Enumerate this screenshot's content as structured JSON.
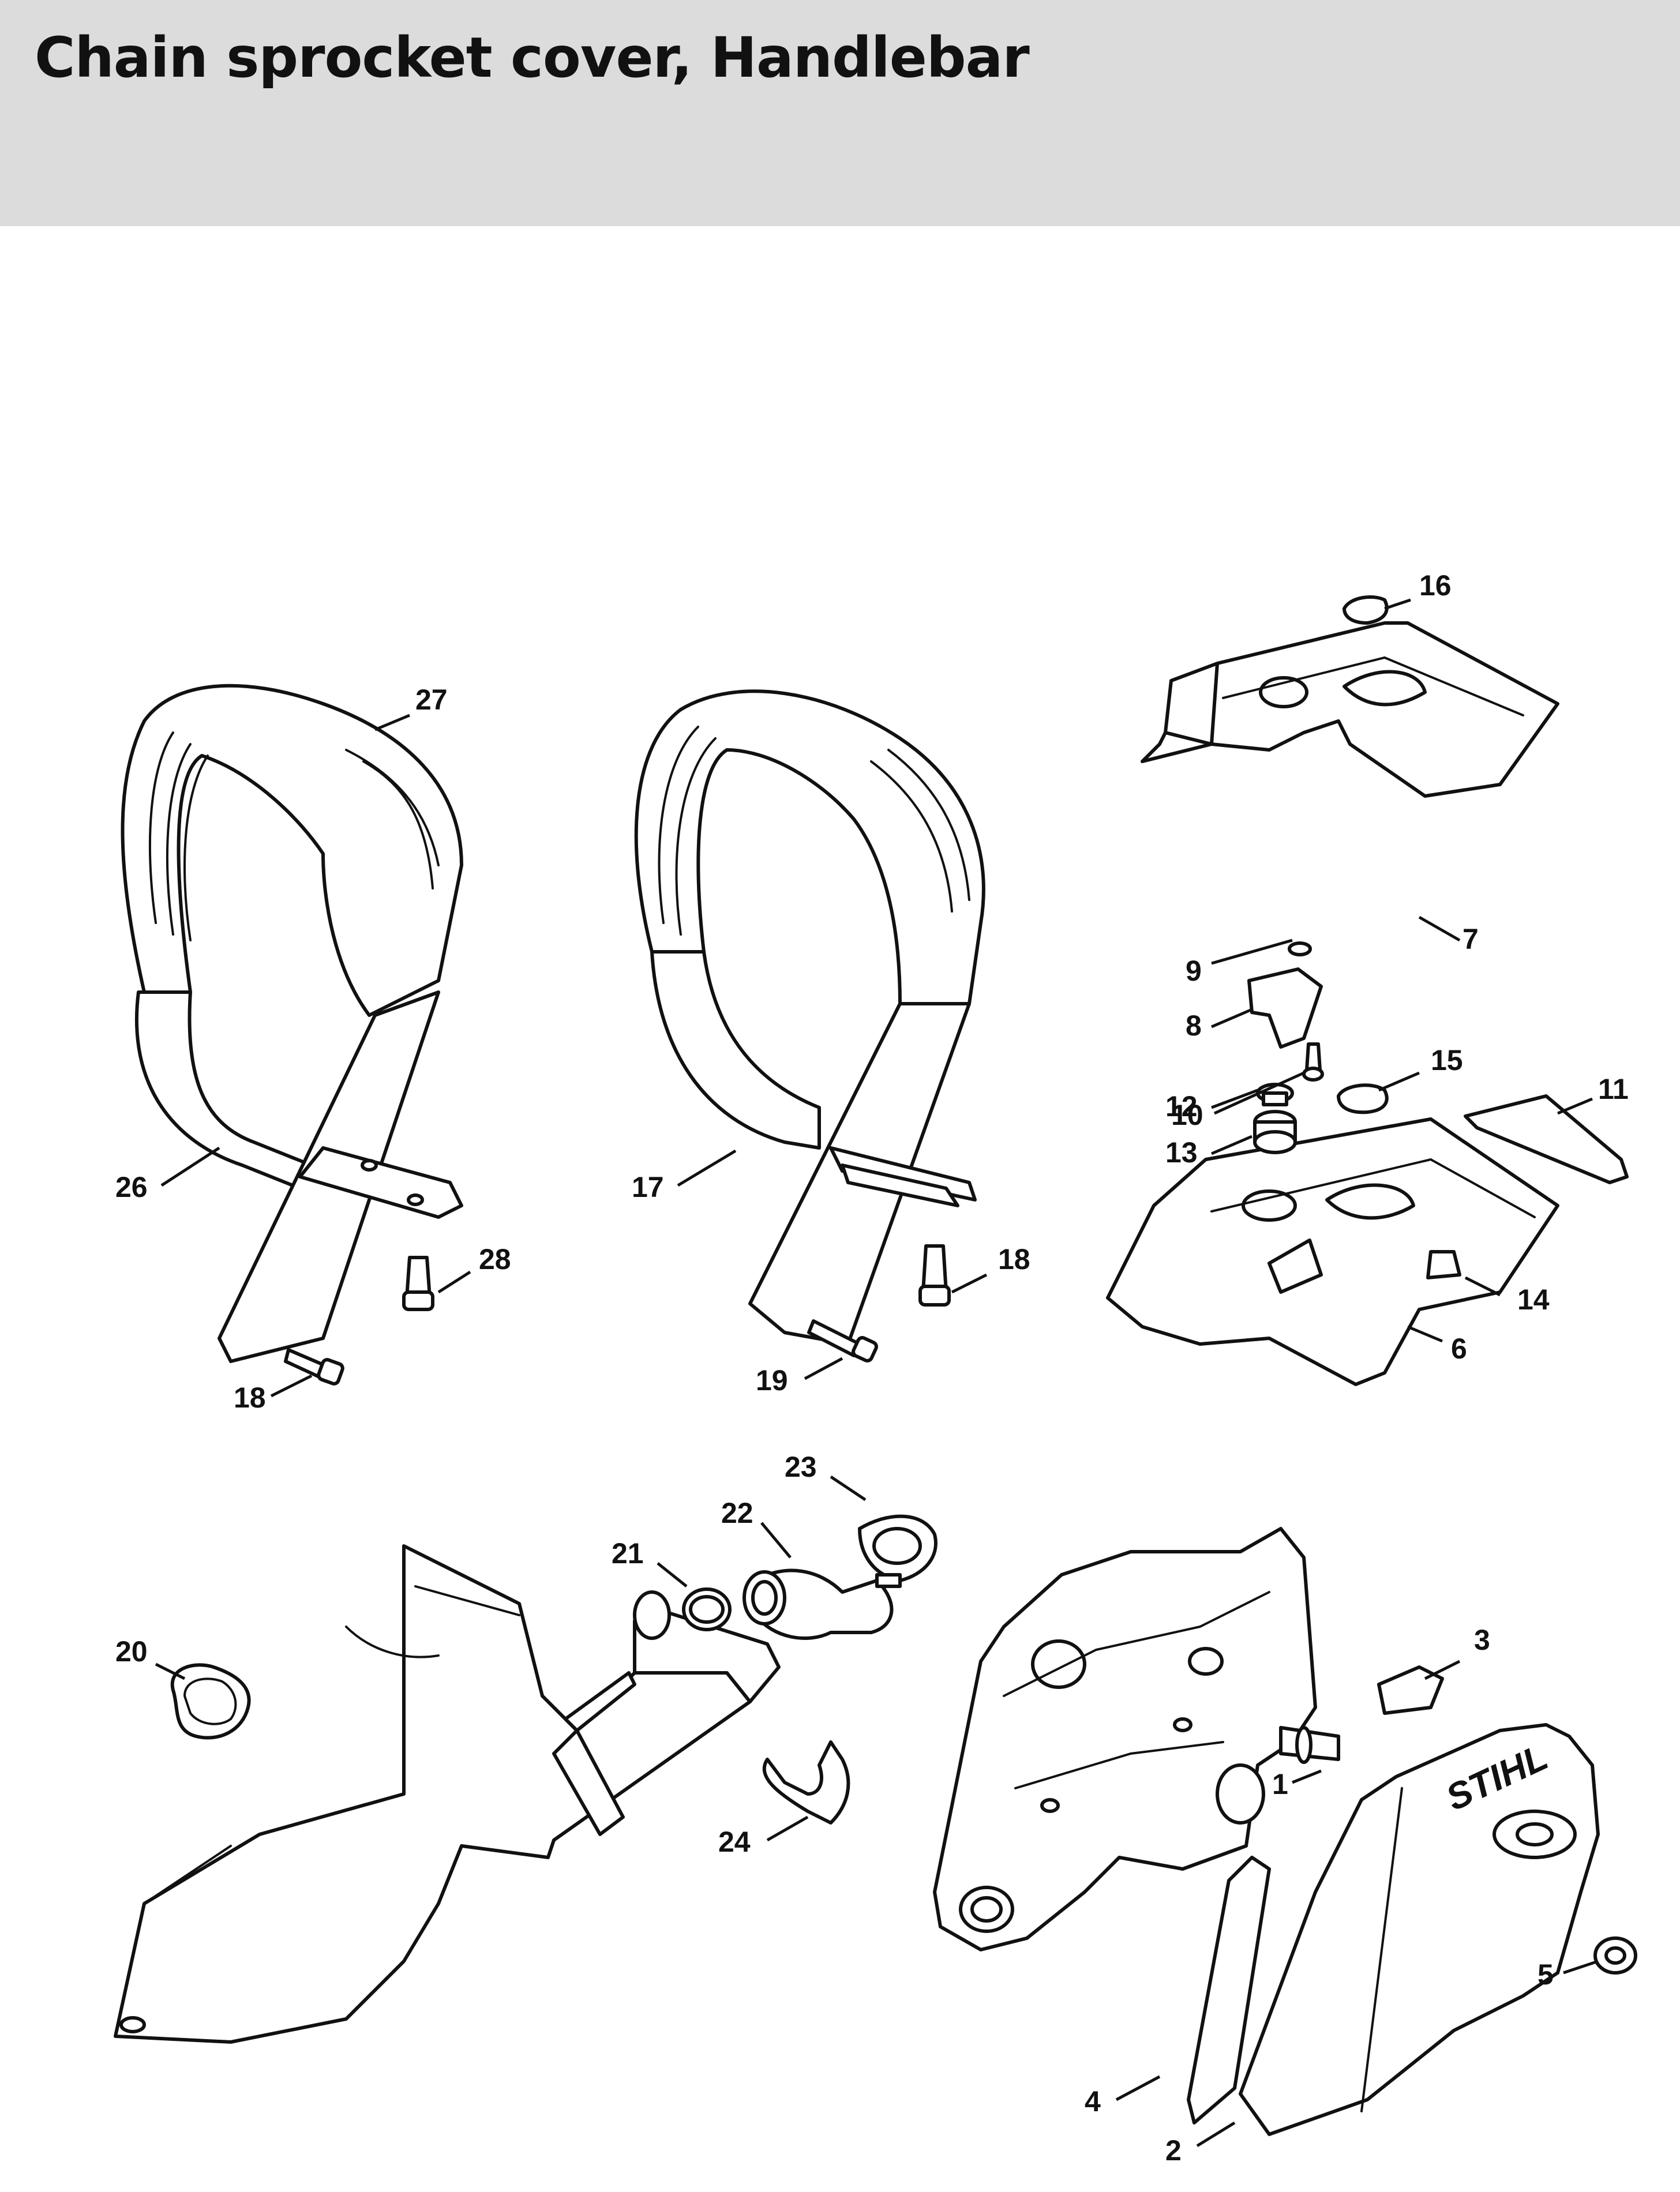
{
  "page": {
    "title": "Chain sprocket cover, Handlebar"
  },
  "colors": {
    "header_background": "#dcdcdc",
    "line": "#111111",
    "background": "#ffffff"
  },
  "brand_mark": "STIHL",
  "callouts": [
    "1",
    "2",
    "3",
    "4",
    "5",
    "6",
    "7",
    "8",
    "9",
    "10",
    "11",
    "12",
    "13",
    "14",
    "15",
    "16",
    "17",
    "18",
    "18",
    "19",
    "20",
    "21",
    "22",
    "23",
    "24",
    "26",
    "27",
    "28"
  ]
}
